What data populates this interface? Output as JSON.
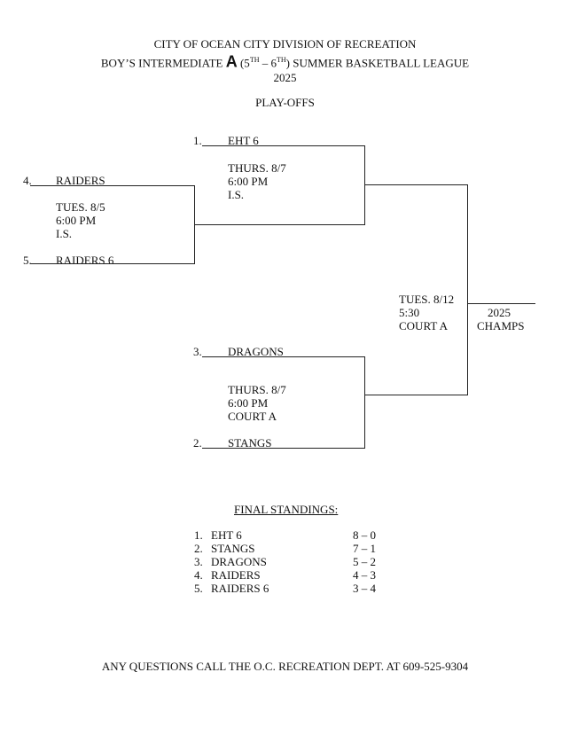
{
  "header": {
    "line1": "CITY OF OCEAN CITY DIVISION OF RECREATION",
    "line2_prefix": "BOY’S INTERMEDIATE ",
    "line2_letter": "A",
    "line2_open": " (5",
    "line2_sup1": "TH",
    "line2_mid": " – 6",
    "line2_sup2": "TH",
    "line2_suffix": ") SUMMER BASKETBALL LEAGUE",
    "year": "2025",
    "subtitle": "PLAY-OFFS"
  },
  "bracket": {
    "first_round": {
      "top": {
        "seed": "4.",
        "team": "RAIDERS"
      },
      "bottom": {
        "seed": "5.",
        "team": "RAIDERS 6"
      },
      "info": [
        "TUES. 8/5",
        "6:00 PM",
        "I.S."
      ]
    },
    "semi1": {
      "top": {
        "seed": "1.",
        "team": "EHT 6"
      },
      "info": [
        "THURS. 8/7",
        "6:00 PM",
        "I.S."
      ]
    },
    "semi2": {
      "top": {
        "seed": "3.",
        "team": "DRAGONS"
      },
      "bottom": {
        "seed": "2.",
        "team": "STANGS"
      },
      "info": [
        "THURS. 8/7",
        "6:00 PM",
        "COURT A"
      ]
    },
    "final": {
      "info": [
        "TUES. 8/12",
        "5:30",
        "COURT A"
      ]
    },
    "champion": [
      "2025",
      "CHAMPS"
    ]
  },
  "standings": {
    "title": "FINAL STANDINGS:",
    "rows": [
      {
        "rank": "1.",
        "team": "EHT 6",
        "record": "8 – 0"
      },
      {
        "rank": "2.",
        "team": "STANGS",
        "record": "7 – 1"
      },
      {
        "rank": "3.",
        "team": "DRAGONS",
        "record": "5 – 2"
      },
      {
        "rank": "4.",
        "team": "RAIDERS",
        "record": "4 – 3"
      },
      {
        "rank": "5.",
        "team": "RAIDERS 6",
        "record": "3 – 4"
      }
    ]
  },
  "footer": "ANY QUESTIONS CALL THE O.C. RECREATION DEPT. AT 609-525-9304"
}
